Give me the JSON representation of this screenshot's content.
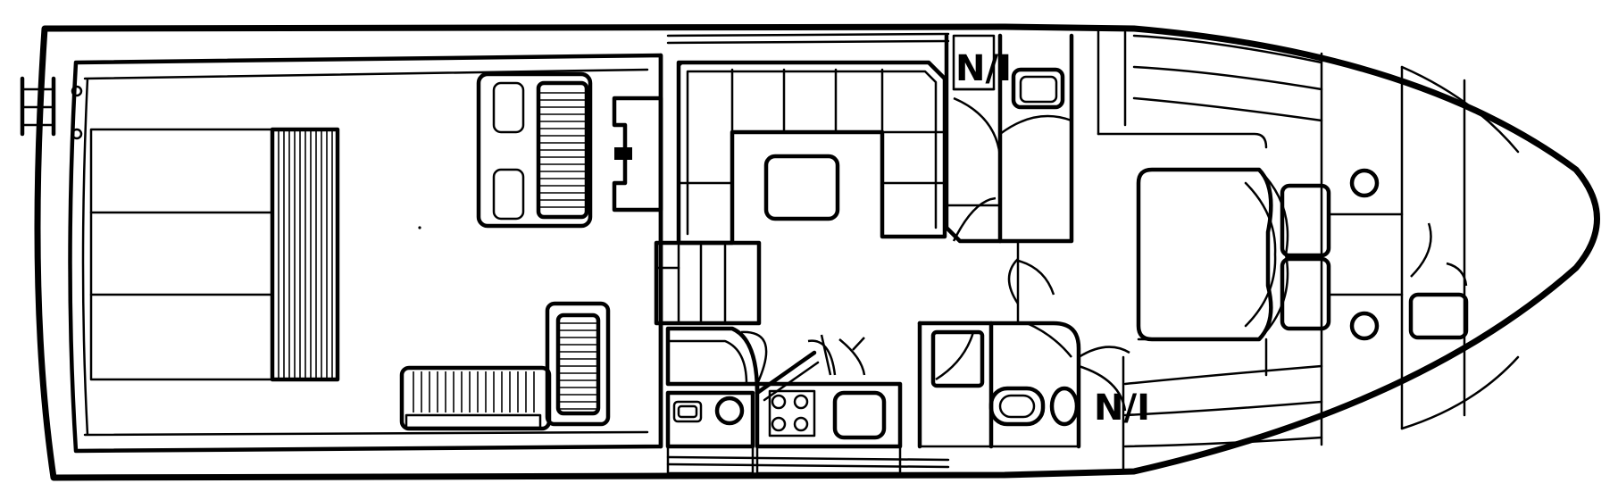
{
  "diagram": {
    "kind": "boat-deck-floor-plan",
    "background": "#ffffff",
    "ink": "#000000",
    "symbols": [
      {
        "name": "stairs-symbol-upper",
        "glyph": "N/I"
      },
      {
        "name": "stairs-symbol-lower",
        "glyph": "N/I"
      }
    ]
  }
}
